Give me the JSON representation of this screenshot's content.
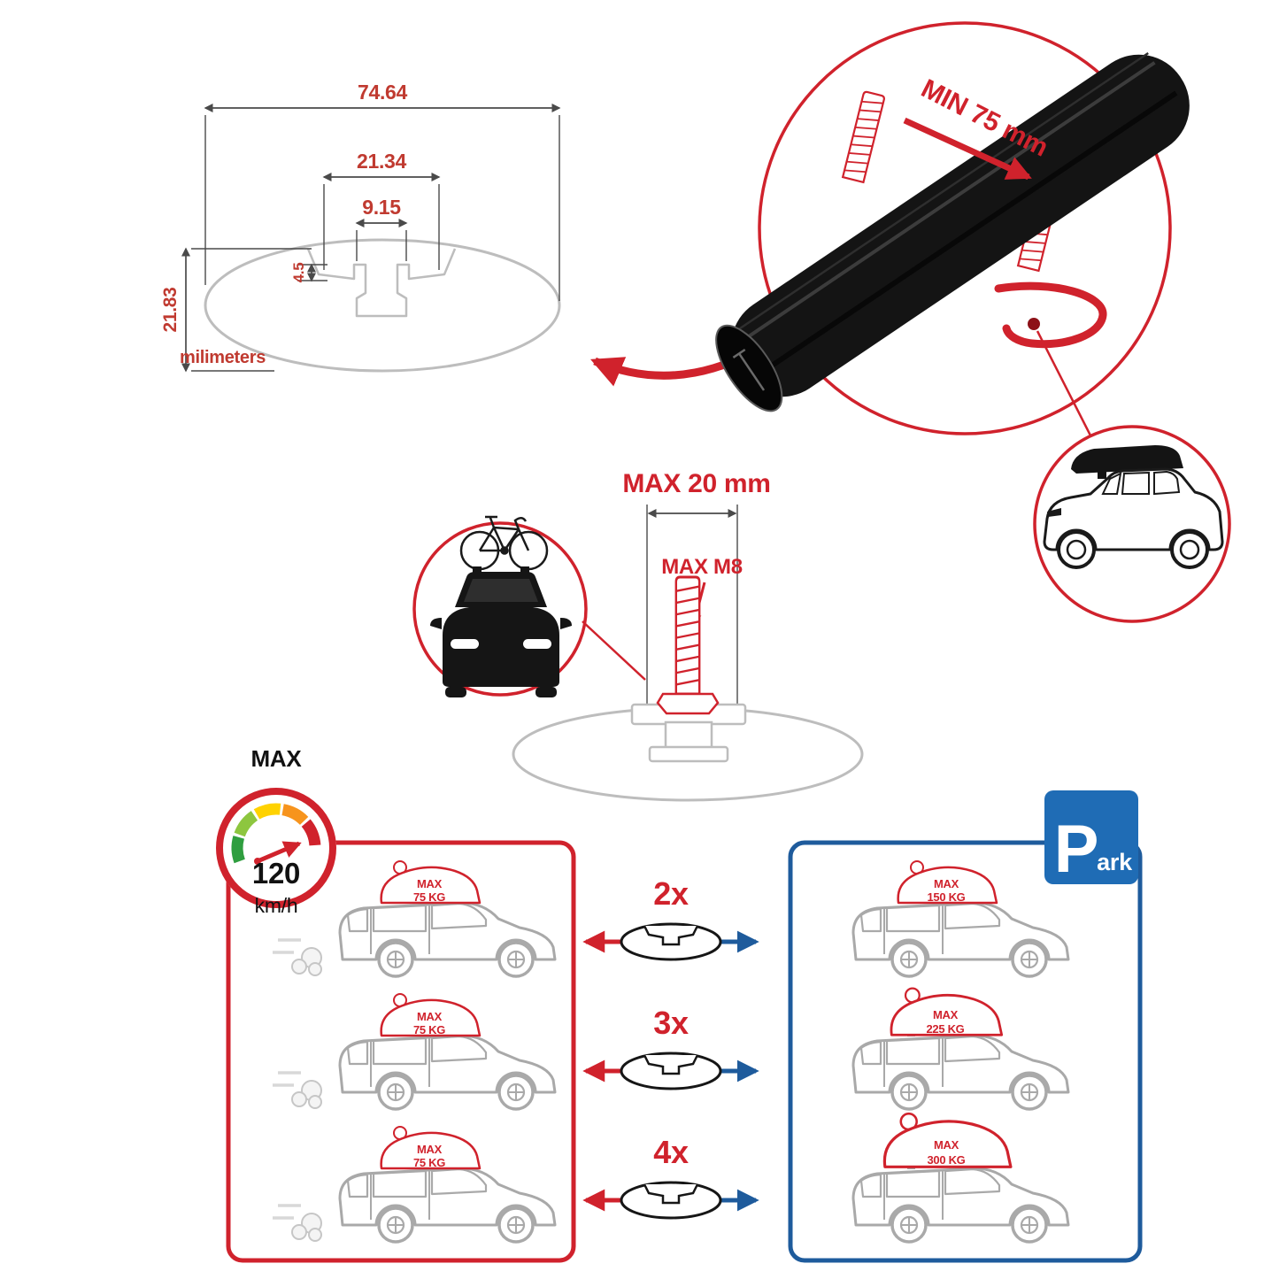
{
  "colors": {
    "red": "#d0222c",
    "dim_red": "#c03a30",
    "blue": "#1e5b9c",
    "sign_blue": "#1f6cb5",
    "outline_gray": "#bdbdbd",
    "car_gray": "#a9a9a9",
    "bar_black": "#141414",
    "gauge_green": "#2f9e3f",
    "gauge_lime": "#8dc63f",
    "gauge_yellow": "#ffd200",
    "gauge_orange": "#f7941d",
    "gauge_red": "#d0222c"
  },
  "profile_dimensions": {
    "total_width": "74.64",
    "channel_width": "21.34",
    "slot_width": "9.15",
    "lip_height": "4.5",
    "total_height": "21.83",
    "units_label": "milimeters"
  },
  "closeup": {
    "clamp_min_label": "MIN 75 mm"
  },
  "bolt": {
    "max_length_label": "MAX 20 mm",
    "max_thread_label": "MAX M8"
  },
  "speed_gauge": {
    "title": "MAX",
    "value": "120",
    "unit": "km/h"
  },
  "driving_panel": {
    "cars": [
      {
        "max": "MAX",
        "weight": "75 KG"
      },
      {
        "max": "MAX",
        "weight": "75 KG"
      },
      {
        "max": "MAX",
        "weight": "75 KG"
      }
    ]
  },
  "multipliers": {
    "rows": [
      "2x",
      "3x",
      "4x"
    ]
  },
  "parking_panel": {
    "sign_p": "P",
    "sign_suffix": "ark",
    "cars": [
      {
        "max": "MAX",
        "weight": "150 KG"
      },
      {
        "max": "MAX",
        "weight": "225 KG"
      },
      {
        "max": "MAX",
        "weight": "300 KG"
      }
    ]
  }
}
